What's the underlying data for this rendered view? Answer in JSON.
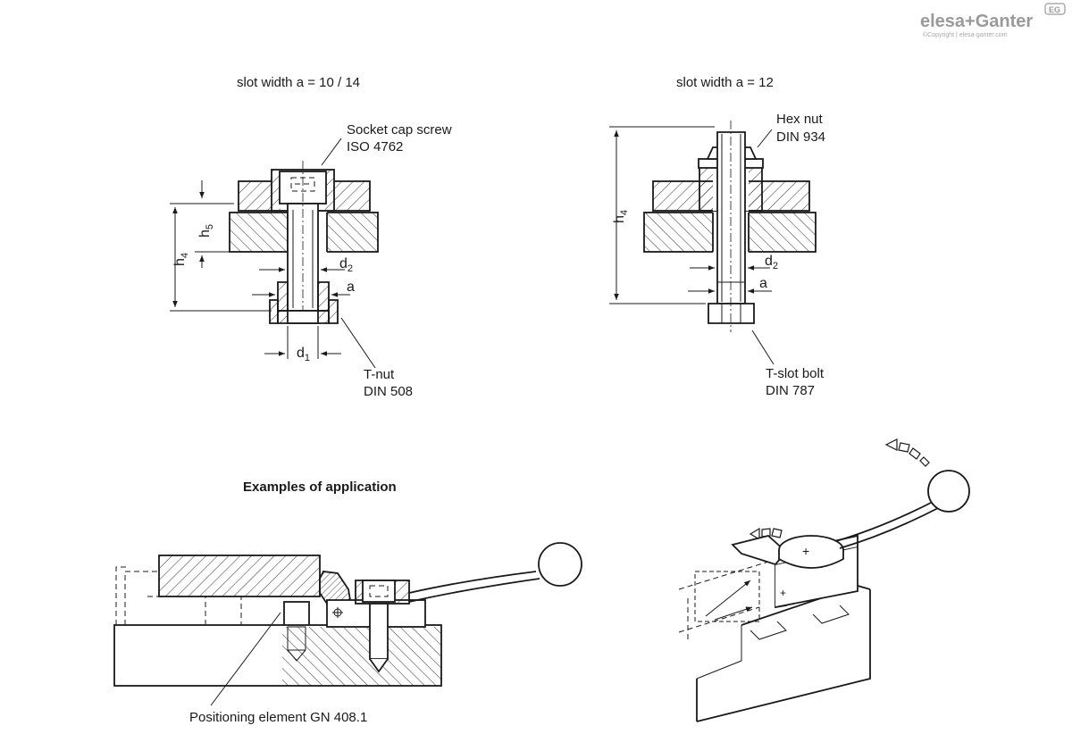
{
  "logo": {
    "brand": "elesa+Ganter",
    "copyright": "©Copyright | elesa-ganter.com",
    "badge": "EG"
  },
  "left_drawing": {
    "title": "slot width a = 10 / 14",
    "screw_label_1": "Socket cap screw",
    "screw_label_2": "ISO 4762",
    "tnut_label_1": "T-nut",
    "tnut_label_2": "DIN 508",
    "dim_h4": "h",
    "dim_h4_sub": "4",
    "dim_h5": "h",
    "dim_h5_sub": "5",
    "dim_d2": "d",
    "dim_d2_sub": "2",
    "dim_a": "a",
    "dim_d1": "d",
    "dim_d1_sub": "1"
  },
  "right_drawing": {
    "title": "slot width a = 12",
    "nut_label_1": "Hex nut",
    "nut_label_2": "DIN 934",
    "bolt_label_1": "T-slot bolt",
    "bolt_label_2": "DIN 787",
    "dim_h4": "h",
    "dim_h4_sub": "4",
    "dim_d2": "d",
    "dim_d2_sub": "2",
    "dim_a": "a"
  },
  "application": {
    "heading": "Examples of application",
    "positioning_label": "Positioning element GN 408.1"
  },
  "colors": {
    "ink": "#1a1a1a",
    "logo_grey": "#9a9a9a",
    "background": "#ffffff"
  }
}
